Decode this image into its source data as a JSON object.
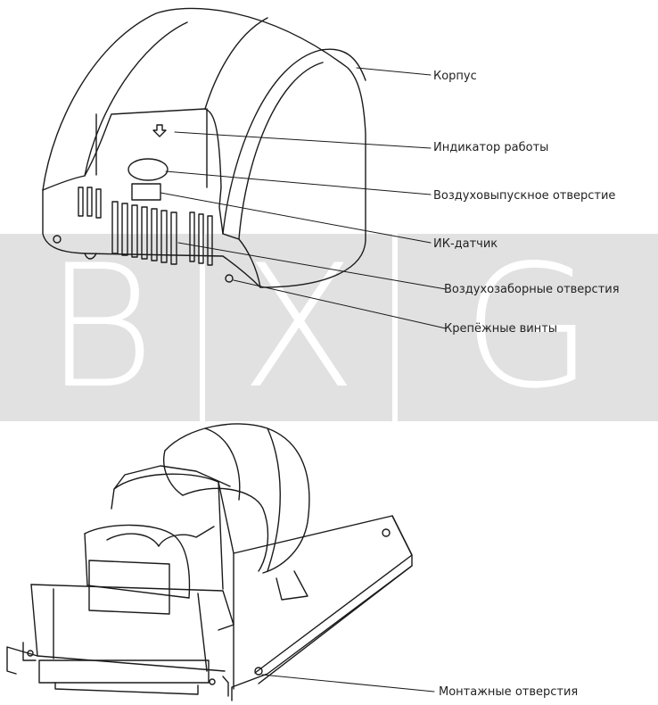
{
  "watermark": {
    "letters": [
      "B",
      "X",
      "G"
    ],
    "color": "#e1e1e1"
  },
  "labels": {
    "korpus": "Корпус",
    "indicator": "Индикатор работы",
    "outlet": "Воздуховыпускное отверстие",
    "ir_sensor": "ИК-датчик",
    "intake": "Воздухозаборные отверстия",
    "screws": "Крепёжные винты",
    "mounting_holes": "Монтажные отверстия"
  },
  "colors": {
    "line": "#1a1a1a",
    "background": "#ffffff"
  }
}
